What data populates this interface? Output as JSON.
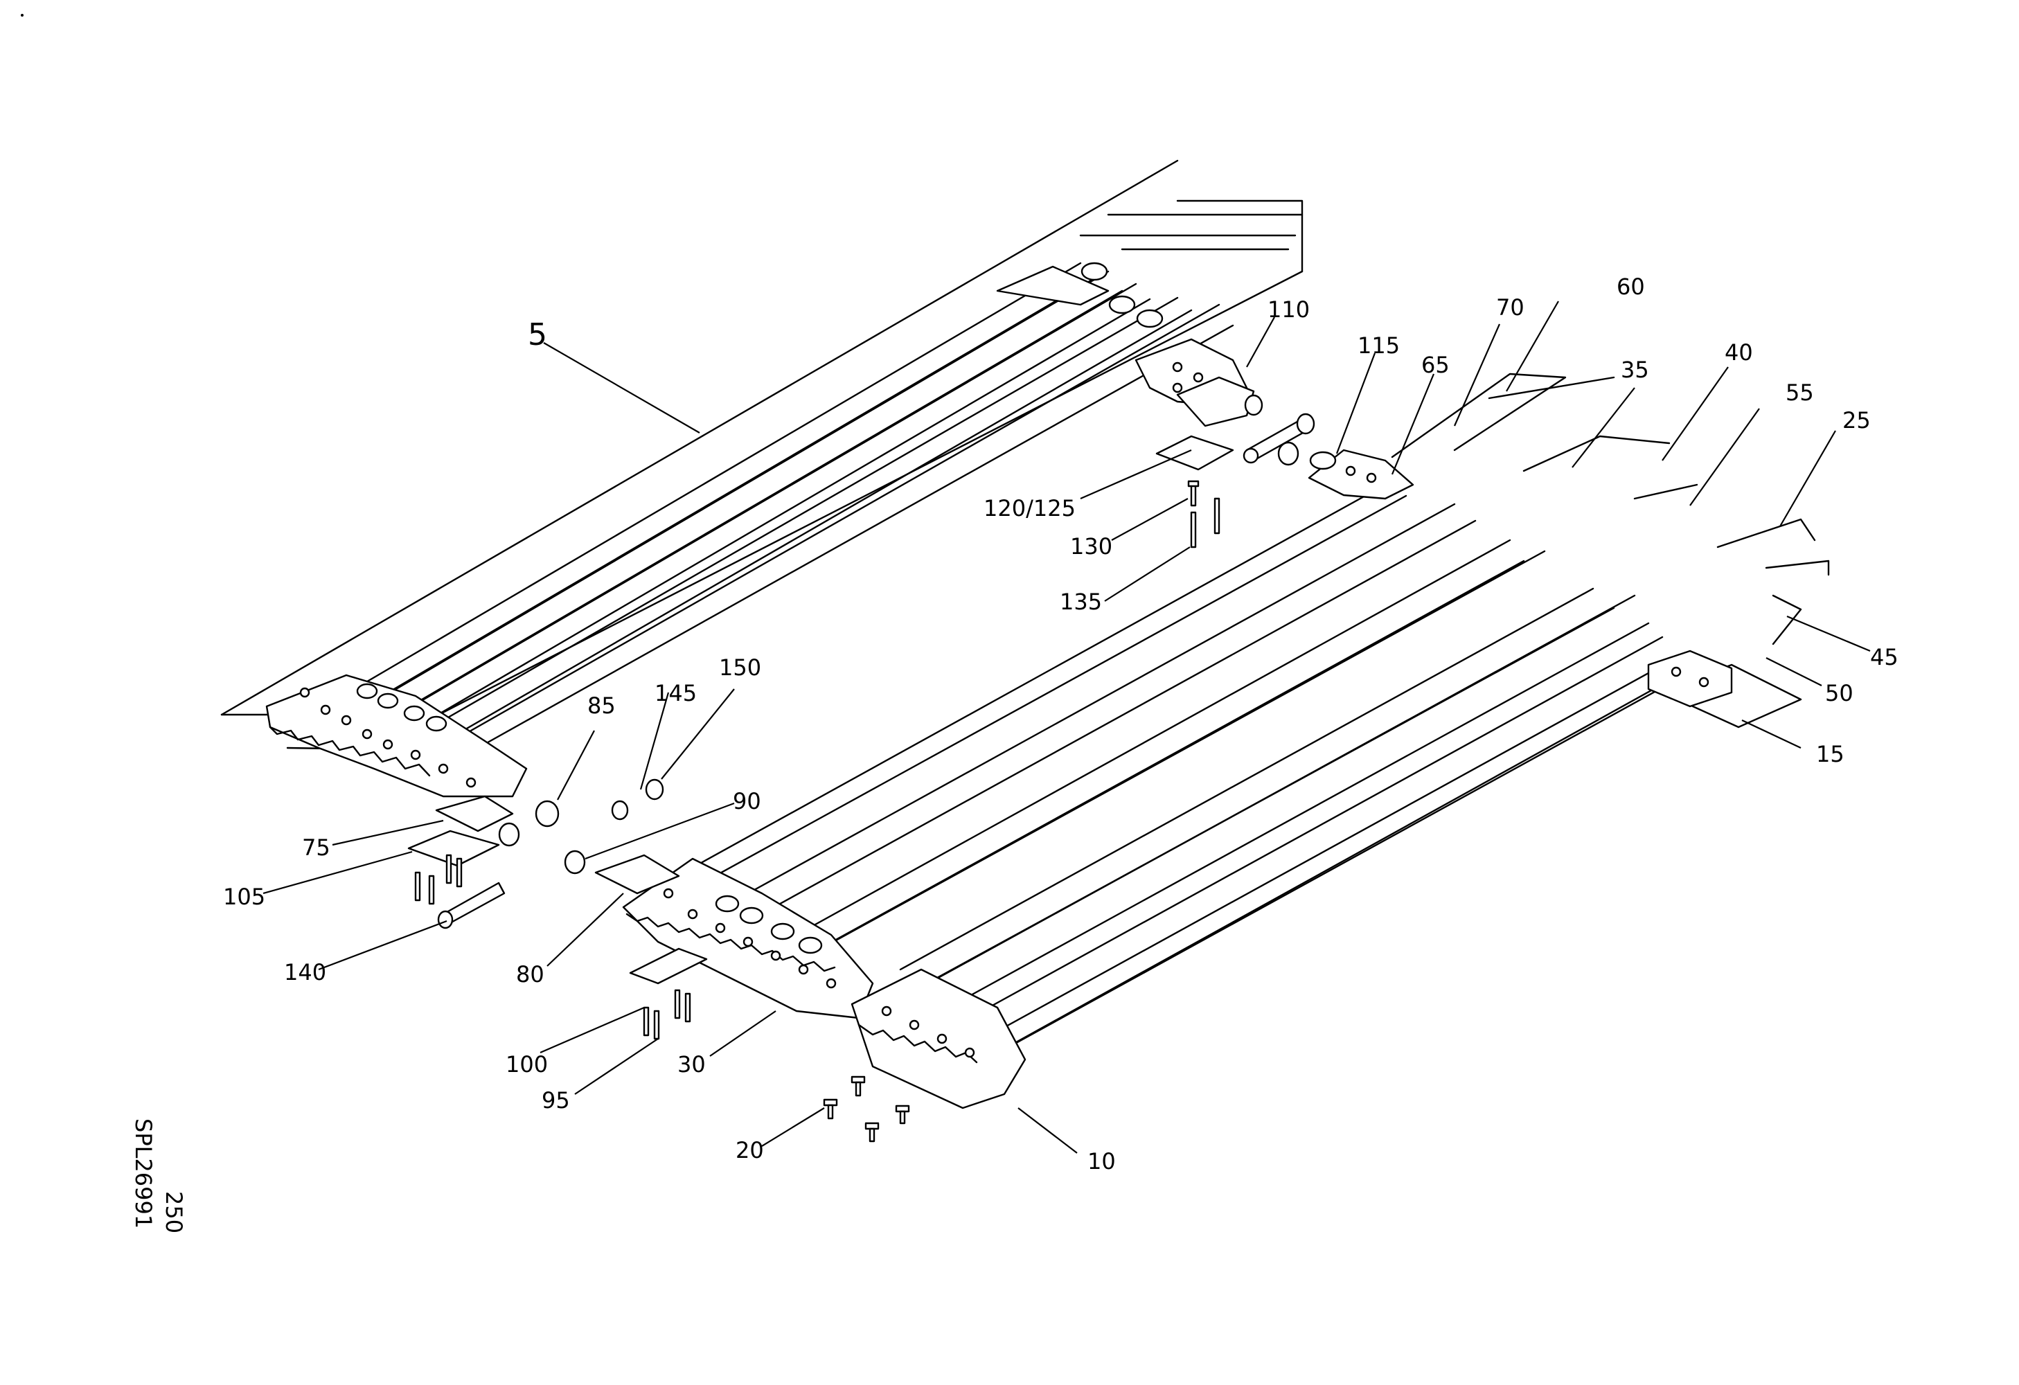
{
  "drawing": {
    "sheet_number": "250",
    "drawing_code": "SPL26991"
  },
  "callouts": {
    "c5": "5",
    "c10": "10",
    "c15": "15",
    "c20": "20",
    "c25": "25",
    "c30": "30",
    "c35": "35",
    "c40": "40",
    "c45": "45",
    "c50": "50",
    "c55": "55",
    "c60": "60",
    "c65": "65",
    "c70": "70",
    "c75": "75",
    "c80": "80",
    "c85": "85",
    "c90": "90",
    "c95": "95",
    "c100": "100",
    "c105": "105",
    "c110": "110",
    "c115": "115",
    "c120": "120/125",
    "c130": "130",
    "c135": "135",
    "c140": "140",
    "c145": "145",
    "c150": "150"
  }
}
